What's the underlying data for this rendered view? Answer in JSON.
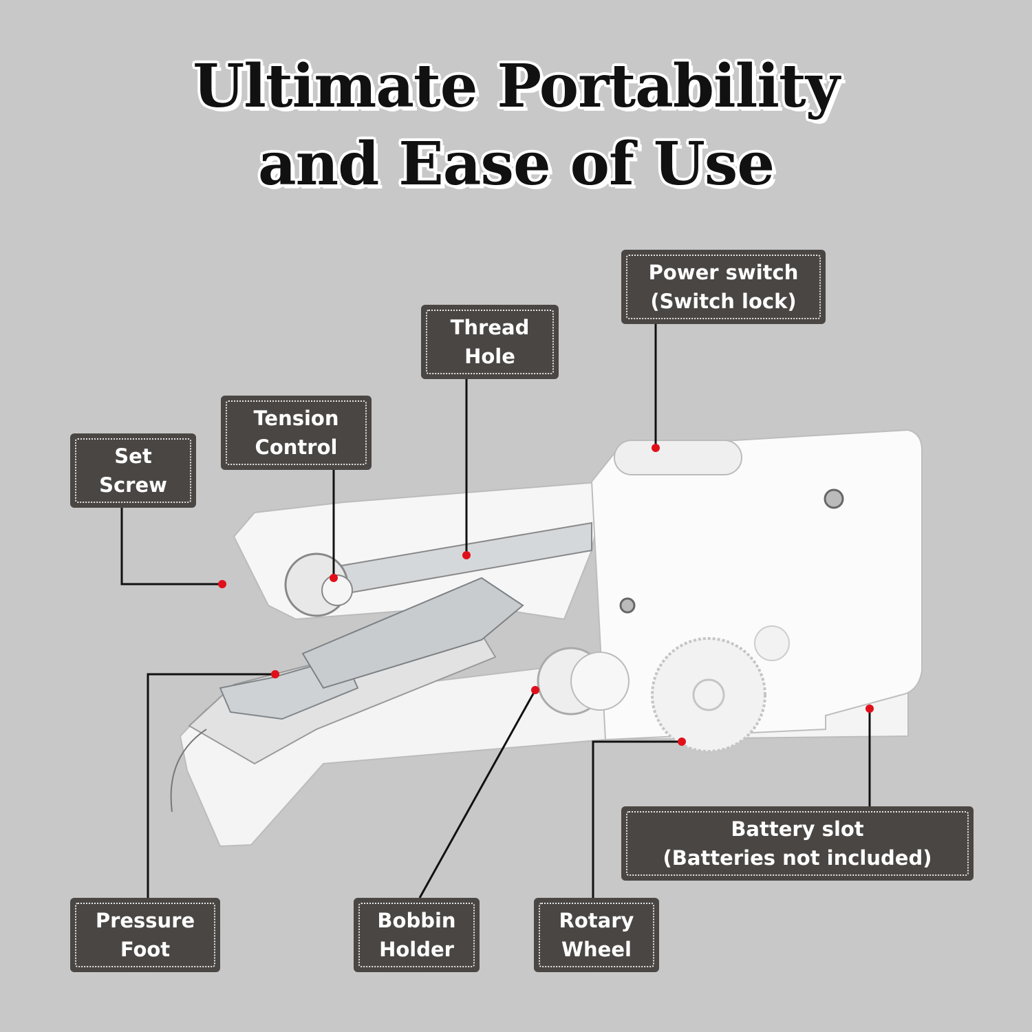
{
  "title": {
    "line1": "Ultimate Portability",
    "line2": "and Ease of Use"
  },
  "labels": {
    "power_switch": {
      "line1": "Power switch",
      "line2": "(Switch lock)"
    },
    "thread_hole": {
      "line1": "Thread",
      "line2": "Hole"
    },
    "tension_control": {
      "line1": "Tension",
      "line2": "Control"
    },
    "set_screw": {
      "line1": "Set",
      "line2": "Screw"
    },
    "pressure_foot": {
      "line1": "Pressure",
      "line2": "Foot"
    },
    "bobbin_holder": {
      "line1": "Bobbin",
      "line2": "Holder"
    },
    "rotary_wheel": {
      "line1": "Rotary",
      "line2": "Wheel"
    },
    "battery_slot": {
      "line1": "Battery slot",
      "line2": "(Batteries not included)"
    }
  },
  "colors": {
    "background": "#c8c8c8",
    "label_bg": "#4a4643",
    "marker": "#e0101a"
  }
}
